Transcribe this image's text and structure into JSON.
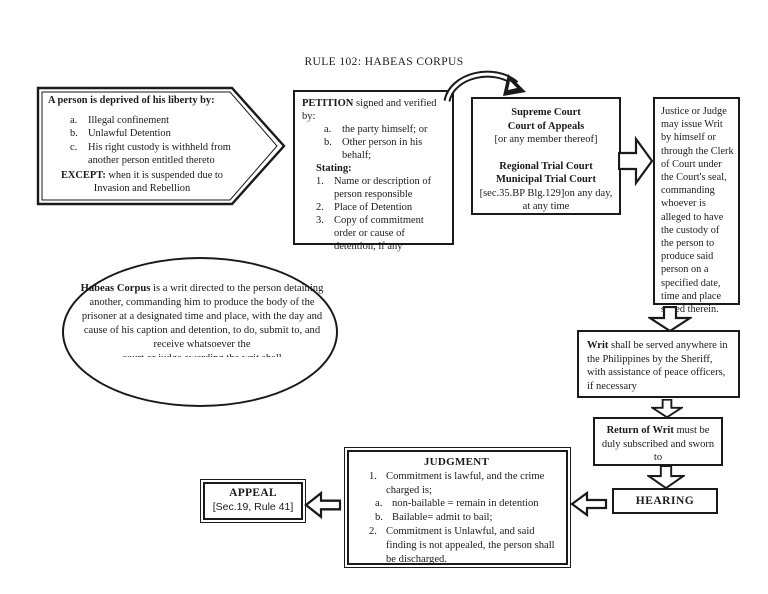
{
  "page": {
    "title": "RULE 102: HABEAS CORPUS"
  },
  "flowchart": {
    "deprivation_box": {
      "heading": "A person is deprived of his liberty by:",
      "items": [
        {
          "label": "a.",
          "text": "Illegal confinement"
        },
        {
          "label": "b.",
          "text": "Unlawful  Detention"
        },
        {
          "label": "c.",
          "text": "His right custody is withheld from another person entitled thereto"
        }
      ],
      "except_bold": "EXCEPT:",
      "except_rest": " when it is suspended due to Invasion and Rebellion"
    },
    "petition_box": {
      "heading_bold": "PETITION",
      "heading_rest": " signed and verified by:",
      "by_items": [
        {
          "label": "a.",
          "text": "the party himself; or"
        },
        {
          "label": "b.",
          "text": "Other person in his behalf;"
        }
      ],
      "stating_label": "Stating:",
      "stating_items": [
        {
          "label": "1.",
          "text": "Name or description of person responsible"
        },
        {
          "label": "2.",
          "text": "Place of Detention"
        },
        {
          "label": "3.",
          "text": "Copy of commitment order or cause of detention, if any"
        }
      ]
    },
    "courts_box": {
      "line1": "Supreme Court",
      "line2": "Court of Appeals",
      "line3": "[or any member thereof]",
      "line4": "Regional Trial Court",
      "line5": "Municipal Trial Court",
      "line6": "[sec.35.BP Blg.129]on any day, at any time"
    },
    "writ_issue_box": {
      "text": "Justice or Judge may issue Writ by himself or through the Clerk of Court under the Court's seal, commanding whoever is alleged to have the custody of the person to produce said person on a specified date, time and place stated therein."
    },
    "definition_ellipse": {
      "term": "Habeas Corpus",
      "text": " is a writ directed to the person detaining another, commanding him to produce the body of the prisoner at a designated time and place, with the day and cause of his caption and detention, to do, submit to, and receive whatsoever the",
      "clipped_line": "court or judge awarding the writ shall"
    },
    "writ_service_box": {
      "bold": "Writ",
      "rest": " shall be served anywhere in the Philippines by the Sheriff, with assistance of peace officers, if necessary"
    },
    "return_box": {
      "bold": "Return of Writ",
      "rest": " must be duly subscribed and sworn to"
    },
    "hearing_box": {
      "label": "HEARING"
    },
    "judgment_box": {
      "heading": "JUDGMENT",
      "item1_label": "1.",
      "item1_text": "Commitment is lawful, and the crime charged is;",
      "item1a_label": "a.",
      "item1a_text": "non-bailable = remain in detention",
      "item1b_label": "b.",
      "item1b_text": "Bailable= admit to bail;",
      "item2_label": "2.",
      "item2_text": "Commitment is Unlawful, and said finding is not appealed, the person shall be discharged."
    },
    "appeal_box": {
      "title": "APPEAL",
      "subtitle": "[Sec.19, Rule 41]"
    }
  }
}
